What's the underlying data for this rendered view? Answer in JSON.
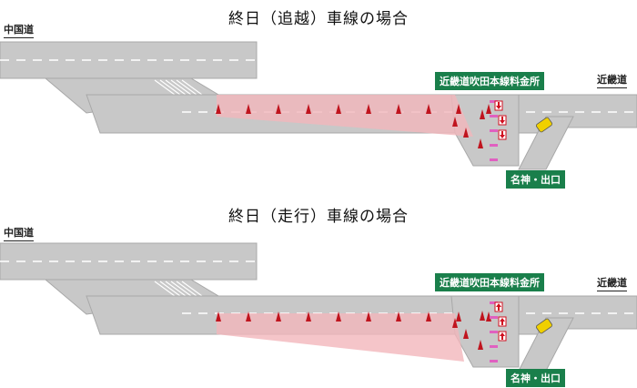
{
  "panels": [
    {
      "title": "終日（追越）車線の場合",
      "labels": {
        "chugoku": "中国道",
        "tollgate": "近畿道吹田本線料金所",
        "kinki": "近畿道",
        "exit": "名神・出口"
      },
      "lane_closed": "passing",
      "arrow_direction": "down"
    },
    {
      "title": "終日（走行）車線の場合",
      "labels": {
        "chugoku": "中国道",
        "tollgate": "近畿道吹田本線料金所",
        "kinki": "近畿道",
        "exit": "名神・出口"
      },
      "lane_closed": "driving",
      "arrow_direction": "up"
    }
  ],
  "colors": {
    "road": "#c8c8c8",
    "road_edge": "#a8a8a8",
    "closure_zone": "#f2b7bc",
    "cone": "#c0141e",
    "booth": "#e060c0",
    "sign_bg": "#1a7f4b",
    "arrow": "#d01020",
    "vehicle": "#f0d000"
  }
}
